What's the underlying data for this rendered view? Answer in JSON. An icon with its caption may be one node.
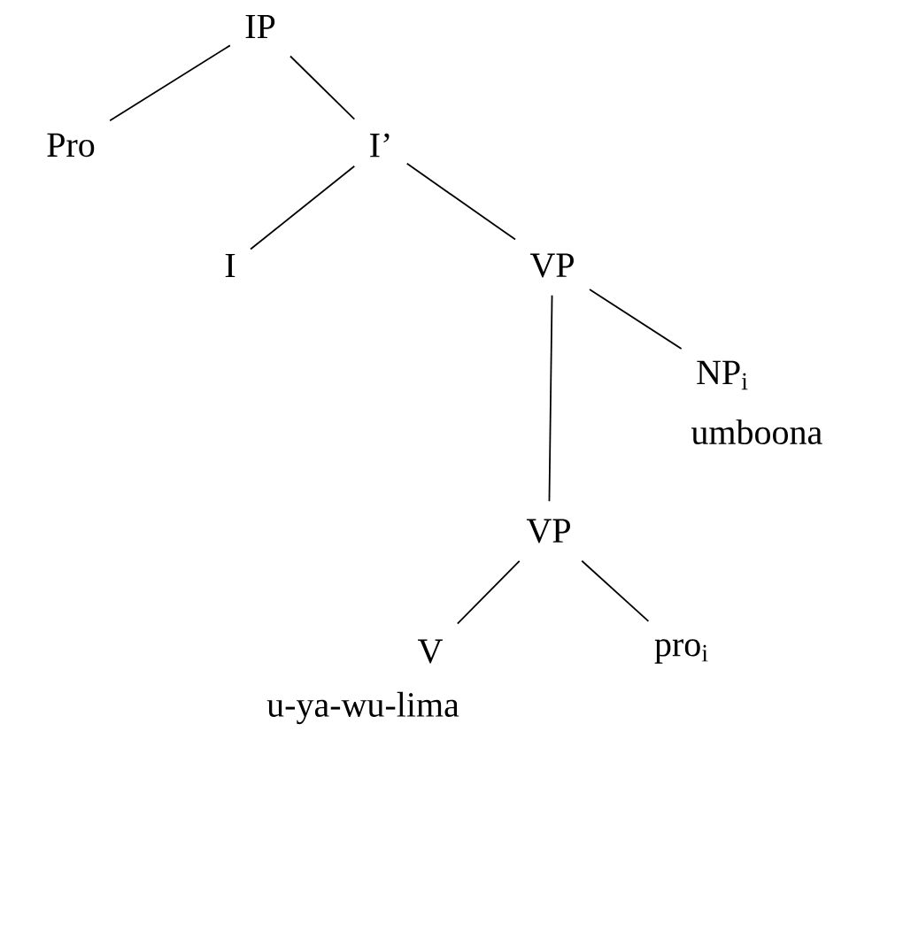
{
  "diagram": {
    "nodes": [
      {
        "text": [
          "IP"
        ]
      },
      {
        "text": [
          "Pro"
        ]
      },
      {
        "text": [
          "I’"
        ]
      },
      {
        "text": [
          "I"
        ]
      },
      {
        "text": [
          "VP"
        ]
      },
      {
        "text": [
          "NP$_{i}$"
        ],
        "beside": [
          "umboona"
        ]
      },
      {
        "text": [
          "VP"
        ]
      },
      {
        "text": [
          "V"
        ],
        "beside": [
          "u-ya-wu-lima"
        ]
      },
      {
        "text": [
          "pro$_{i}$"
        ]
      }
    ],
    "edges": [
      {
        "from": 0,
        "to": 1,
        "arrow": "none"
      },
      {
        "from": 0,
        "to": 2,
        "arrow": "none"
      },
      {
        "from": 2,
        "to": 3,
        "arrow": "none"
      },
      {
        "from": 2,
        "to": 4,
        "arrow": "none"
      },
      {
        "from": 4,
        "to": 5,
        "arrow": "none"
      },
      {
        "from": 4,
        "to": 6,
        "arrow": "none"
      },
      {
        "from": 6,
        "to": 7,
        "arrow": "none"
      },
      {
        "from": 6,
        "to": 8,
        "arrow": "none"
      }
    ]
  }
}
